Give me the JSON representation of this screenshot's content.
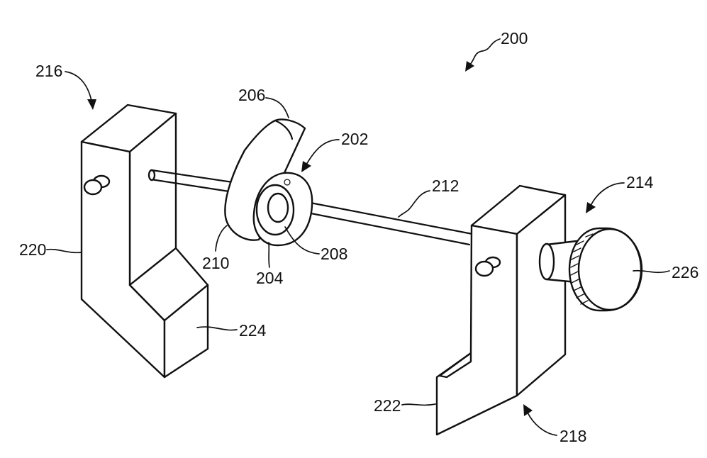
{
  "figure": {
    "reference_numerals": {
      "assembly": "200",
      "eccentric_unit": "202",
      "hub": "204",
      "lever": "206",
      "bore": "208",
      "lever_edge": "210",
      "shaft": "212",
      "right_assembly": "214",
      "left_assembly": "216",
      "right_block_group": "218",
      "left_block": "220",
      "right_foot": "222",
      "left_foot": "224",
      "knob": "226"
    },
    "colors": {
      "line": "#111111",
      "background": "#ffffff"
    }
  }
}
